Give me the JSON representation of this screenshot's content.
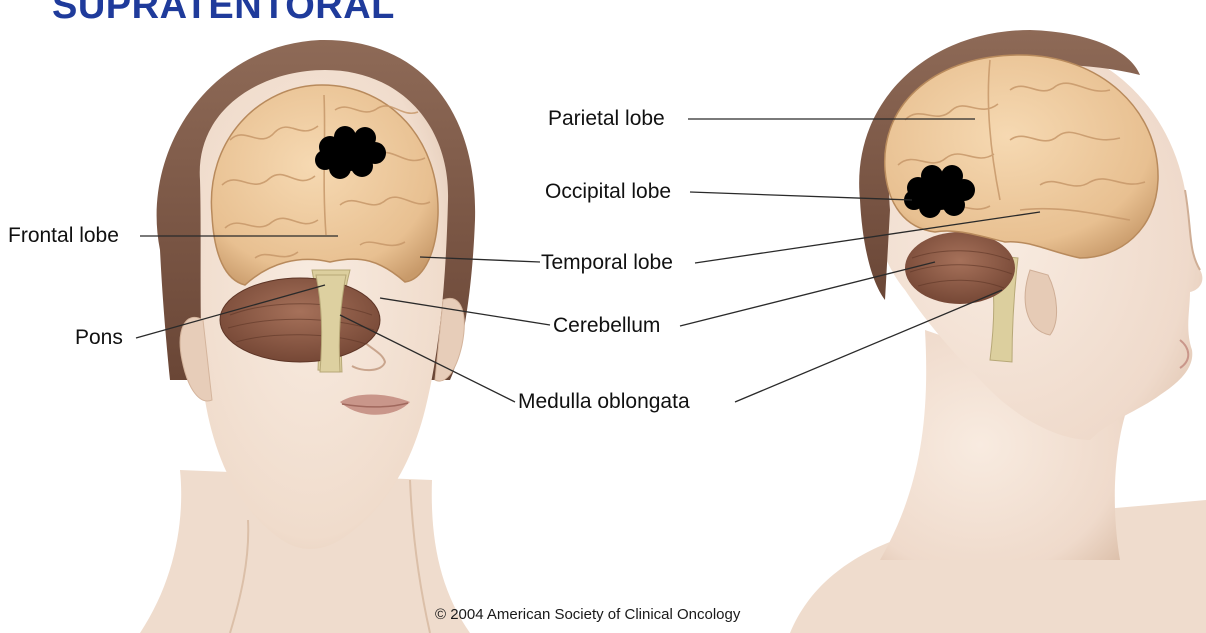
{
  "slide": {
    "title": "SUPRATENTORAL",
    "title_color": "#1f3b9b"
  },
  "figure": {
    "labels": {
      "frontal_lobe": "Frontal lobe",
      "pons": "Pons",
      "parietal_lobe": "Parietal lobe",
      "occipital_lobe": "Occipital lobe",
      "temporal_lobe": "Temporal lobe",
      "cerebellum": "Cerebellum",
      "medulla_oblongata": "Medulla oblongata"
    },
    "copyright": "© 2004 American Society of Clinical Oncology",
    "colors": {
      "skin": "#f3e1d4",
      "hair": "#7f5a46",
      "brain": "#e9c394",
      "cerebellum": "#8b5a42",
      "brainstem": "#dccf9e",
      "marker": "#000000"
    }
  }
}
